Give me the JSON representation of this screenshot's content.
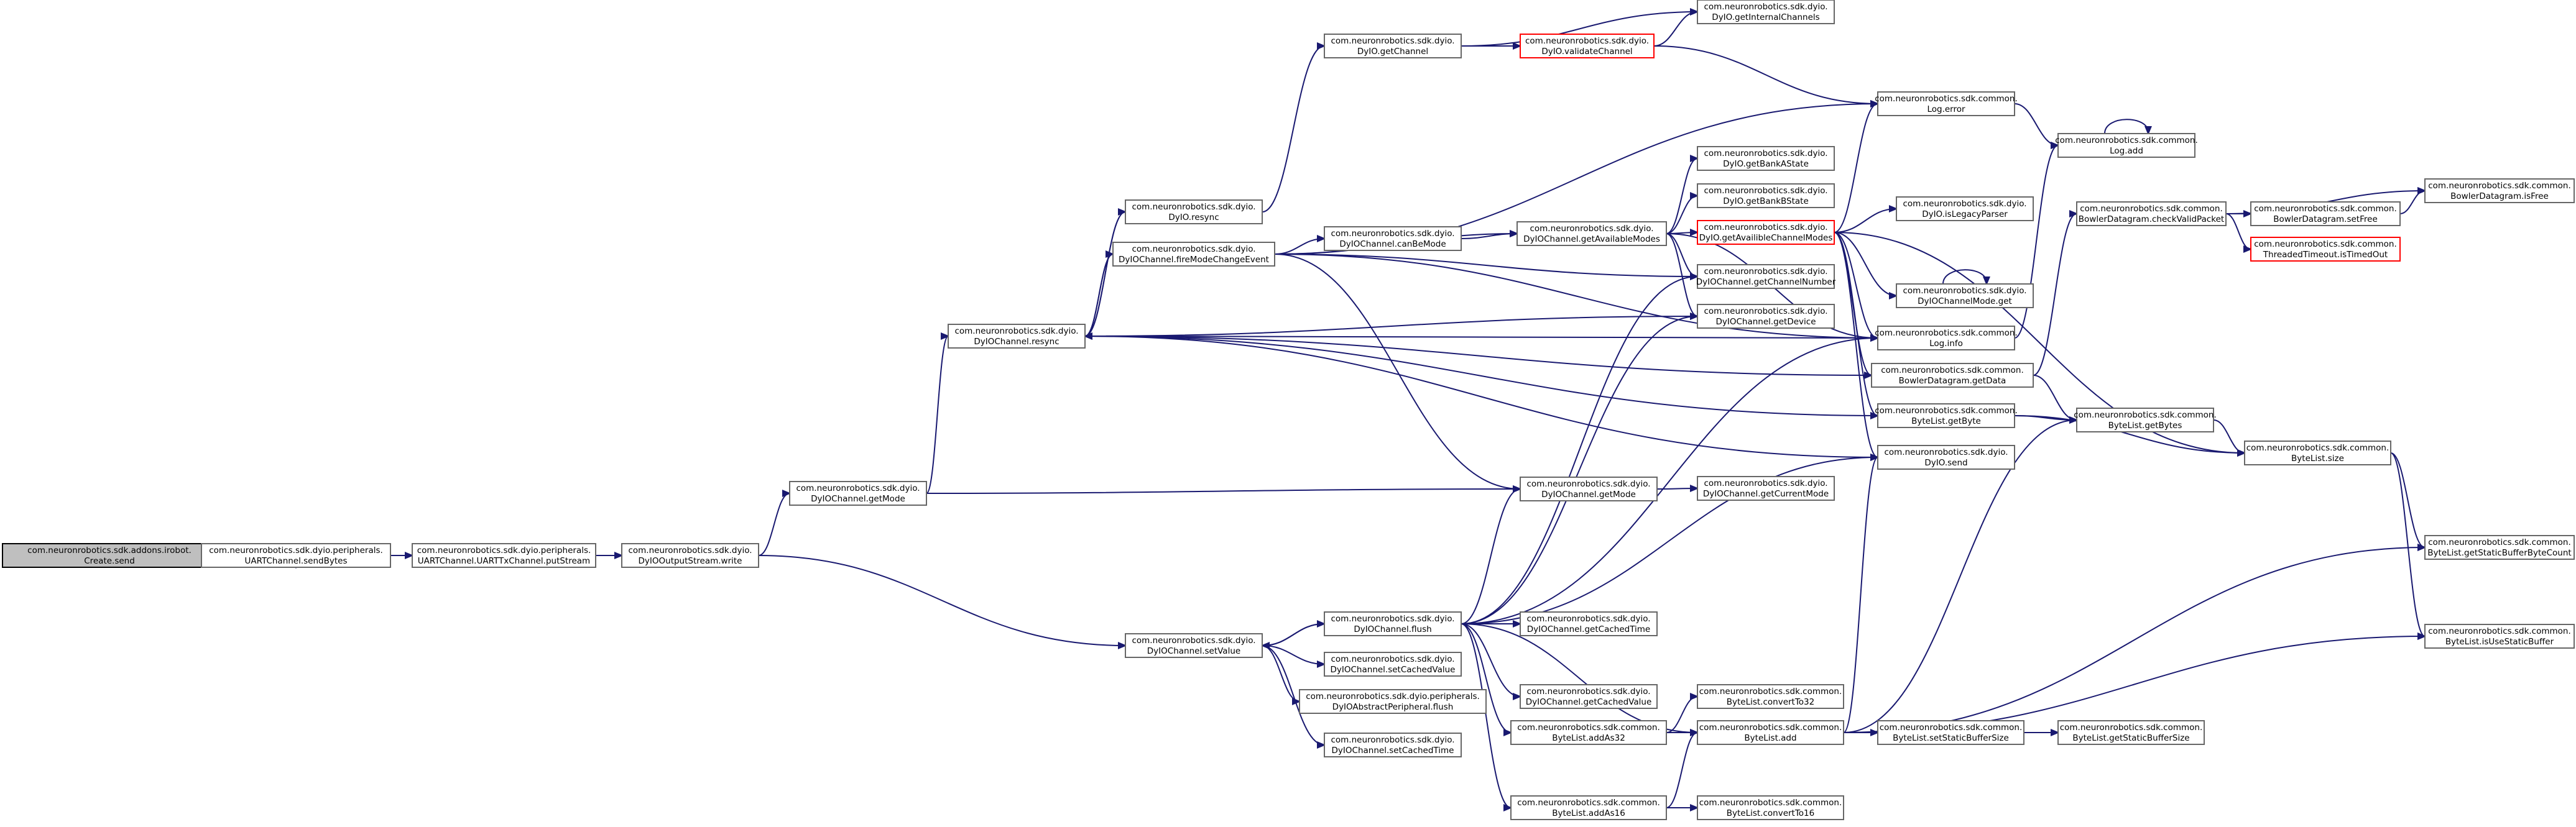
{
  "colors": {
    "node_border": "#666666",
    "node_border_truncated": "#ff0000",
    "node_fill": "#ffffff",
    "root_fill": "#bfbfbf",
    "root_border": "#000000",
    "edge": "#191970"
  },
  "nodes": [
    {
      "id": "root",
      "lines": [
        "com.neuronrobotics.sdk.addons.irobot.",
        "Create.send"
      ],
      "root": true
    },
    {
      "id": "uart_sendbytes",
      "lines": [
        "com.neuronrobotics.sdk.dyio.peripherals.",
        "UARTChannel.sendBytes"
      ]
    },
    {
      "id": "uart_putstream",
      "lines": [
        "com.neuronrobotics.sdk.dyio.peripherals.",
        "UARTChannel.UARTTxChannel.putStream"
      ]
    },
    {
      "id": "out_write",
      "lines": [
        "com.neuronrobotics.sdk.dyio.",
        "DyIOOutputStream.write"
      ]
    },
    {
      "id": "ch_getmode",
      "lines": [
        "com.neuronrobotics.sdk.dyio.",
        "DyIOChannel.getMode"
      ]
    },
    {
      "id": "ch_resync",
      "lines": [
        "com.neuronrobotics.sdk.dyio.",
        "DyIOChannel.resync"
      ]
    },
    {
      "id": "ch_setvalue",
      "lines": [
        "com.neuronrobotics.sdk.dyio.",
        "DyIOChannel.setValue"
      ]
    },
    {
      "id": "dyio_resync",
      "lines": [
        "com.neuronrobotics.sdk.dyio.",
        "DyIO.resync"
      ]
    },
    {
      "id": "ch_firemode",
      "lines": [
        "com.neuronrobotics.sdk.dyio.",
        "DyIOChannel.fireModeChangeEvent"
      ]
    },
    {
      "id": "dyio_getchannel",
      "lines": [
        "com.neuronrobotics.sdk.dyio.",
        "DyIO.getChannel"
      ]
    },
    {
      "id": "ch_canbemode",
      "lines": [
        "com.neuronrobotics.sdk.dyio.",
        "DyIOChannel.canBeMode"
      ]
    },
    {
      "id": "dyio_validate",
      "lines": [
        "com.neuronrobotics.sdk.dyio.",
        "DyIO.validateChannel"
      ],
      "truncated": true
    },
    {
      "id": "dyio_internal",
      "lines": [
        "com.neuronrobotics.sdk.dyio.",
        "DyIO.getInternalChannels"
      ]
    },
    {
      "id": "ch_getavail",
      "lines": [
        "com.neuronrobotics.sdk.dyio.",
        "DyIOChannel.getAvailableModes"
      ]
    },
    {
      "id": "ch_getmode2",
      "lines": [
        "com.neuronrobotics.sdk.dyio.",
        "DyIOChannel.getMode"
      ]
    },
    {
      "id": "ch_flush",
      "lines": [
        "com.neuronrobotics.sdk.dyio.",
        "DyIOChannel.flush"
      ]
    },
    {
      "id": "ch_setcachedvalue",
      "lines": [
        "com.neuronrobotics.sdk.dyio.",
        "DyIOChannel.setCachedValue"
      ]
    },
    {
      "id": "abs_flush",
      "lines": [
        "com.neuronrobotics.sdk.dyio.peripherals.",
        "DyIOAbstractPeripheral.flush"
      ]
    },
    {
      "id": "ch_setcachedtime",
      "lines": [
        "com.neuronrobotics.sdk.dyio.",
        "DyIOChannel.setCachedTime"
      ]
    },
    {
      "id": "dyio_bankA",
      "lines": [
        "com.neuronrobotics.sdk.dyio.",
        "DyIO.getBankAState"
      ]
    },
    {
      "id": "dyio_bankB",
      "lines": [
        "com.neuronrobotics.sdk.dyio.",
        "DyIO.getBankBState"
      ]
    },
    {
      "id": "dyio_getavail",
      "lines": [
        "com.neuronrobotics.sdk.dyio.",
        "DyIO.getAvailibleChannelModes"
      ],
      "truncated": true
    },
    {
      "id": "ch_getchnum",
      "lines": [
        "com.neuronrobotics.sdk.dyio.",
        "DyIOChannel.getChannelNumber"
      ]
    },
    {
      "id": "ch_getdevice",
      "lines": [
        "com.neuronrobotics.sdk.dyio.",
        "DyIOChannel.getDevice"
      ]
    },
    {
      "id": "ch_getcurrentmode",
      "lines": [
        "com.neuronrobotics.sdk.dyio.",
        "DyIOChannel.getCurrentMode"
      ]
    },
    {
      "id": "ch_getcachedtime",
      "lines": [
        "com.neuronrobotics.sdk.dyio.",
        "DyIOChannel.getCachedTime"
      ]
    },
    {
      "id": "ch_getcachedvalue",
      "lines": [
        "com.neuronrobotics.sdk.dyio.",
        "DyIOChannel.getCachedValue"
      ]
    },
    {
      "id": "bl_addas32",
      "lines": [
        "com.neuronrobotics.sdk.common.",
        "ByteList.addAs32"
      ]
    },
    {
      "id": "bl_addas16",
      "lines": [
        "com.neuronrobotics.sdk.common.",
        "ByteList.addAs16"
      ]
    },
    {
      "id": "bl_convertto32",
      "lines": [
        "com.neuronrobotics.sdk.common.",
        "ByteList.convertTo32"
      ]
    },
    {
      "id": "bl_add",
      "lines": [
        "com.neuronrobotics.sdk.common.",
        "ByteList.add"
      ]
    },
    {
      "id": "bl_convertto16",
      "lines": [
        "com.neuronrobotics.sdk.common.",
        "ByteList.convertTo16"
      ]
    },
    {
      "id": "log_error",
      "lines": [
        "com.neuronrobotics.sdk.common.",
        "Log.error"
      ]
    },
    {
      "id": "dyio_islegacy",
      "lines": [
        "com.neuronrobotics.sdk.dyio.",
        "DyIO.isLegacyParser"
      ]
    },
    {
      "id": "chmode_get",
      "lines": [
        "com.neuronrobotics.sdk.dyio.",
        "DyIOChannelMode.get"
      ]
    },
    {
      "id": "log_info",
      "lines": [
        "com.neuronrobotics.sdk.common.",
        "Log.info"
      ]
    },
    {
      "id": "bd_getdata",
      "lines": [
        "com.neuronrobotics.sdk.common.",
        "BowlerDatagram.getData"
      ]
    },
    {
      "id": "bl_getbyte",
      "lines": [
        "com.neuronrobotics.sdk.common.",
        "ByteList.getByte"
      ]
    },
    {
      "id": "dyio_send",
      "lines": [
        "com.neuronrobotics.sdk.dyio.",
        "DyIO.send"
      ]
    },
    {
      "id": "bl_setstaticsize",
      "lines": [
        "com.neuronrobotics.sdk.common.",
        "ByteList.setStaticBufferSize"
      ]
    },
    {
      "id": "log_add",
      "lines": [
        "com.neuronrobotics.sdk.common.",
        "Log.add"
      ]
    },
    {
      "id": "bd_checkvalid",
      "lines": [
        "com.neuronrobotics.sdk.common.",
        "BowlerDatagram.checkValidPacket"
      ]
    },
    {
      "id": "bl_getbytes",
      "lines": [
        "com.neuronrobotics.sdk.common.",
        "ByteList.getBytes"
      ]
    },
    {
      "id": "bl_getstaticsize",
      "lines": [
        "com.neuronrobotics.sdk.common.",
        "ByteList.getStaticBufferSize"
      ]
    },
    {
      "id": "bd_setfree",
      "lines": [
        "com.neuronrobotics.sdk.common.",
        "BowlerDatagram.setFree"
      ]
    },
    {
      "id": "tt_istimedout",
      "lines": [
        "com.neuronrobotics.sdk.common.",
        "ThreadedTimeout.isTimedOut"
      ],
      "truncated": true
    },
    {
      "id": "bl_size",
      "lines": [
        "com.neuronrobotics.sdk.common.",
        "ByteList.size"
      ]
    },
    {
      "id": "bd_isfree",
      "lines": [
        "com.neuronrobotics.sdk.common.",
        "BowlerDatagram.isFree"
      ]
    },
    {
      "id": "bl_getstaticcount",
      "lines": [
        "com.neuronrobotics.sdk.common.",
        "ByteList.getStaticBufferByteCount"
      ]
    },
    {
      "id": "bl_isusestatic",
      "lines": [
        "com.neuronrobotics.sdk.common.",
        "ByteList.isUseStaticBuffer"
      ]
    }
  ],
  "edges": [
    [
      "root",
      "uart_sendbytes"
    ],
    [
      "uart_sendbytes",
      "uart_putstream"
    ],
    [
      "uart_putstream",
      "out_write"
    ],
    [
      "out_write",
      "ch_getmode"
    ],
    [
      "out_write",
      "ch_setvalue"
    ],
    [
      "ch_getmode",
      "ch_resync"
    ],
    [
      "ch_getmode",
      "ch_getmode2"
    ],
    [
      "ch_resync",
      "dyio_resync"
    ],
    [
      "ch_resync",
      "ch_firemode"
    ],
    [
      "ch_resync",
      "ch_getdevice"
    ],
    [
      "ch_resync",
      "log_info"
    ],
    [
      "ch_resync",
      "bd_getdata"
    ],
    [
      "ch_resync",
      "bl_getbyte"
    ],
    [
      "ch_resync",
      "dyio_send"
    ],
    [
      "dyio_resync",
      "dyio_getchannel"
    ],
    [
      "dyio_resync",
      "ch_resync"
    ],
    [
      "ch_firemode",
      "ch_resync"
    ],
    [
      "ch_firemode",
      "ch_canbemode"
    ],
    [
      "ch_firemode",
      "ch_getavail"
    ],
    [
      "ch_firemode",
      "ch_getmode2"
    ],
    [
      "ch_firemode",
      "ch_getchnum"
    ],
    [
      "ch_firemode",
      "log_error"
    ],
    [
      "ch_firemode",
      "log_info"
    ],
    [
      "dyio_getchannel",
      "dyio_validate"
    ],
    [
      "dyio_getchannel",
      "dyio_internal"
    ],
    [
      "dyio_validate",
      "dyio_internal"
    ],
    [
      "dyio_validate",
      "log_error"
    ],
    [
      "ch_canbemode",
      "ch_getavail"
    ],
    [
      "ch_getavail",
      "dyio_bankA"
    ],
    [
      "ch_getavail",
      "dyio_bankB"
    ],
    [
      "ch_getavail",
      "dyio_getavail"
    ],
    [
      "ch_getavail",
      "ch_getchnum"
    ],
    [
      "ch_getavail",
      "ch_getdevice"
    ],
    [
      "ch_getavail",
      "log_info"
    ],
    [
      "ch_getmode2",
      "ch_getcurrentmode"
    ],
    [
      "ch_setvalue",
      "ch_flush"
    ],
    [
      "ch_setvalue",
      "ch_setcachedvalue"
    ],
    [
      "ch_setvalue",
      "abs_flush"
    ],
    [
      "ch_setvalue",
      "ch_setcachedtime"
    ],
    [
      "ch_flush",
      "ch_setvalue"
    ],
    [
      "ch_flush",
      "ch_getmode2"
    ],
    [
      "ch_flush",
      "ch_getchnum"
    ],
    [
      "ch_flush",
      "ch_getdevice"
    ],
    [
      "ch_flush",
      "ch_getcachedtime"
    ],
    [
      "ch_flush",
      "ch_getcachedvalue"
    ],
    [
      "ch_flush",
      "bl_addas32"
    ],
    [
      "ch_flush",
      "bl_addas16"
    ],
    [
      "ch_flush",
      "bl_add"
    ],
    [
      "ch_flush",
      "log_info"
    ],
    [
      "ch_flush",
      "dyio_send"
    ],
    [
      "dyio_getavail",
      "dyio_islegacy"
    ],
    [
      "dyio_getavail",
      "log_error"
    ],
    [
      "dyio_getavail",
      "chmode_get"
    ],
    [
      "dyio_getavail",
      "log_info"
    ],
    [
      "dyio_getavail",
      "bd_getdata"
    ],
    [
      "dyio_getavail",
      "bl_getbyte"
    ],
    [
      "dyio_getavail",
      "dyio_send"
    ],
    [
      "dyio_getavail",
      "bl_size"
    ],
    [
      "bl_addas32",
      "bl_convertto32"
    ],
    [
      "bl_addas32",
      "bl_add"
    ],
    [
      "bl_addas16",
      "bl_convertto16"
    ],
    [
      "bl_addas16",
      "bl_add"
    ],
    [
      "bl_add",
      "bl_setstaticsize"
    ],
    [
      "bl_add",
      "bl_getbytes"
    ],
    [
      "bl_add",
      "bl_getstaticcount"
    ],
    [
      "bl_add",
      "bl_isusestatic"
    ],
    [
      "bl_add",
      "dyio_send"
    ],
    [
      "log_error",
      "log_add"
    ],
    [
      "log_info",
      "log_add"
    ],
    [
      "log_add",
      "log_add"
    ],
    [
      "chmode_get",
      "chmode_get"
    ],
    [
      "bd_getdata",
      "bd_checkvalid"
    ],
    [
      "bd_getdata",
      "bl_getbytes"
    ],
    [
      "bl_getbyte",
      "bl_getbytes"
    ],
    [
      "bl_getbyte",
      "bl_size"
    ],
    [
      "bl_setstaticsize",
      "bl_getstaticsize"
    ],
    [
      "bd_checkvalid",
      "bd_isfree"
    ],
    [
      "bd_checkvalid",
      "bd_setfree"
    ],
    [
      "bd_checkvalid",
      "tt_istimedout"
    ],
    [
      "bd_setfree",
      "bd_isfree"
    ],
    [
      "bl_getbytes",
      "bl_size"
    ],
    [
      "bl_size",
      "bl_getstaticcount"
    ],
    [
      "bl_size",
      "bl_isusestatic"
    ]
  ]
}
